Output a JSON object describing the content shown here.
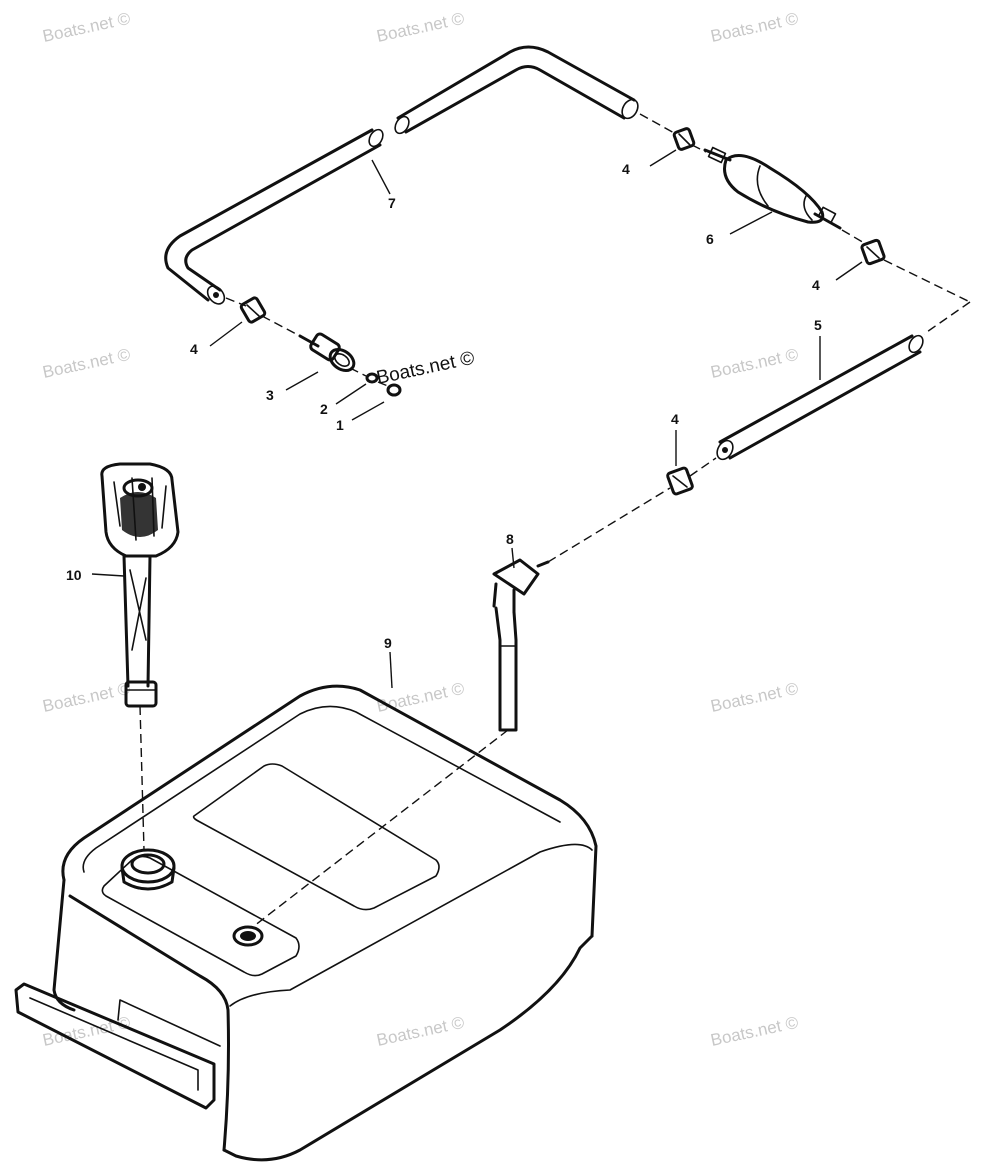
{
  "callouts": {
    "c1": "1",
    "c2": "2",
    "c3": "3",
    "c4a": "4",
    "c4b": "4",
    "c4c": "4",
    "c4d": "4",
    "c5": "5",
    "c6": "6",
    "c7": "7",
    "c8": "8",
    "c9": "9",
    "c10": "10"
  },
  "watermark": {
    "text": "Boats.net ©",
    "feature_text": "Boats.net ©"
  }
}
